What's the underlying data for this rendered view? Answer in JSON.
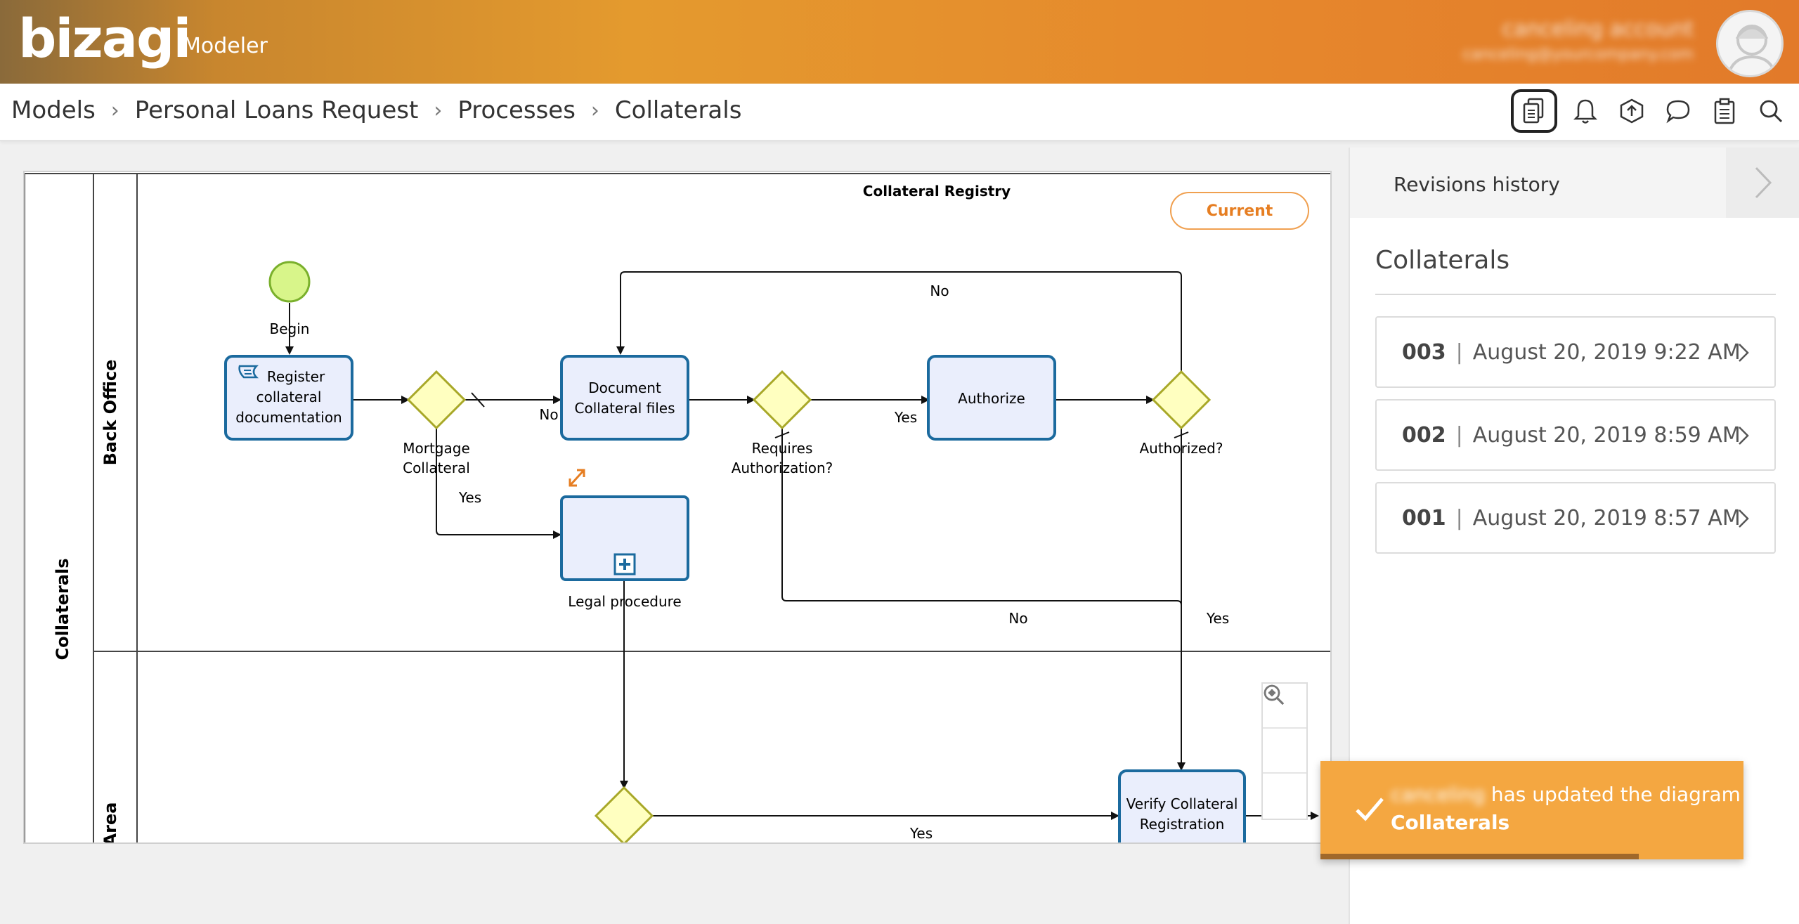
{
  "header": {
    "logo": "bizagi",
    "product": "Modeler",
    "account_name": "canceling account",
    "account_email": "canceling@yourcompany.com"
  },
  "breadcrumb": [
    "Models",
    "Personal Loans Request",
    "Processes",
    "Collaterals"
  ],
  "toolbar": {
    "icons": [
      "revisions-icon",
      "bell-icon",
      "publish-icon",
      "comment-icon",
      "clipboard-icon",
      "search-icon"
    ]
  },
  "diagram": {
    "pool": "Collaterals",
    "lane_top": "Back Office",
    "lane_bottom": "Area",
    "header_title": "Collateral Registry",
    "status_badge": "Current",
    "start_event": "Begin",
    "task_register": [
      "Register",
      "collateral",
      "documentation"
    ],
    "task_document": [
      "Document",
      "Collateral files"
    ],
    "task_authorize": "Authorize",
    "task_legal": "Legal procedure",
    "task_verify": [
      "Verify Collateral",
      "Registration"
    ],
    "gw_mortgage": [
      "Mortgage",
      "Collateral"
    ],
    "gw_requires": [
      "Requires",
      "Authorization?"
    ],
    "gw_authorized": "Authorized?",
    "label_no_top": "No",
    "label_no_doc": "No",
    "label_yes_mortgage": "Yes",
    "label_yes_auth": "Yes",
    "label_no_bottom": "No",
    "label_yes_right": "Yes",
    "label_yes_bottom": "Yes"
  },
  "revisions_panel": {
    "title": "Revisions history",
    "model_name": "Collaterals",
    "items": [
      {
        "number": "003",
        "date": "August 20, 2019 9:22 AM"
      },
      {
        "number": "002",
        "date": "August 20, 2019 8:59 AM"
      },
      {
        "number": "001",
        "date": "August 20, 2019 8:57 AM"
      }
    ]
  },
  "toast": {
    "user": "canceling",
    "message": " has updated the diagram",
    "target": "Collaterals"
  },
  "colors": {
    "accent": "#e67e22",
    "task_border": "#1b6a9e",
    "task_fill": "#eaeefc",
    "gateway_fill": "#ffffc0",
    "gateway_border": "#a8a828",
    "start_fill": "#d8f58a",
    "toast_bg": "#f4a741"
  }
}
